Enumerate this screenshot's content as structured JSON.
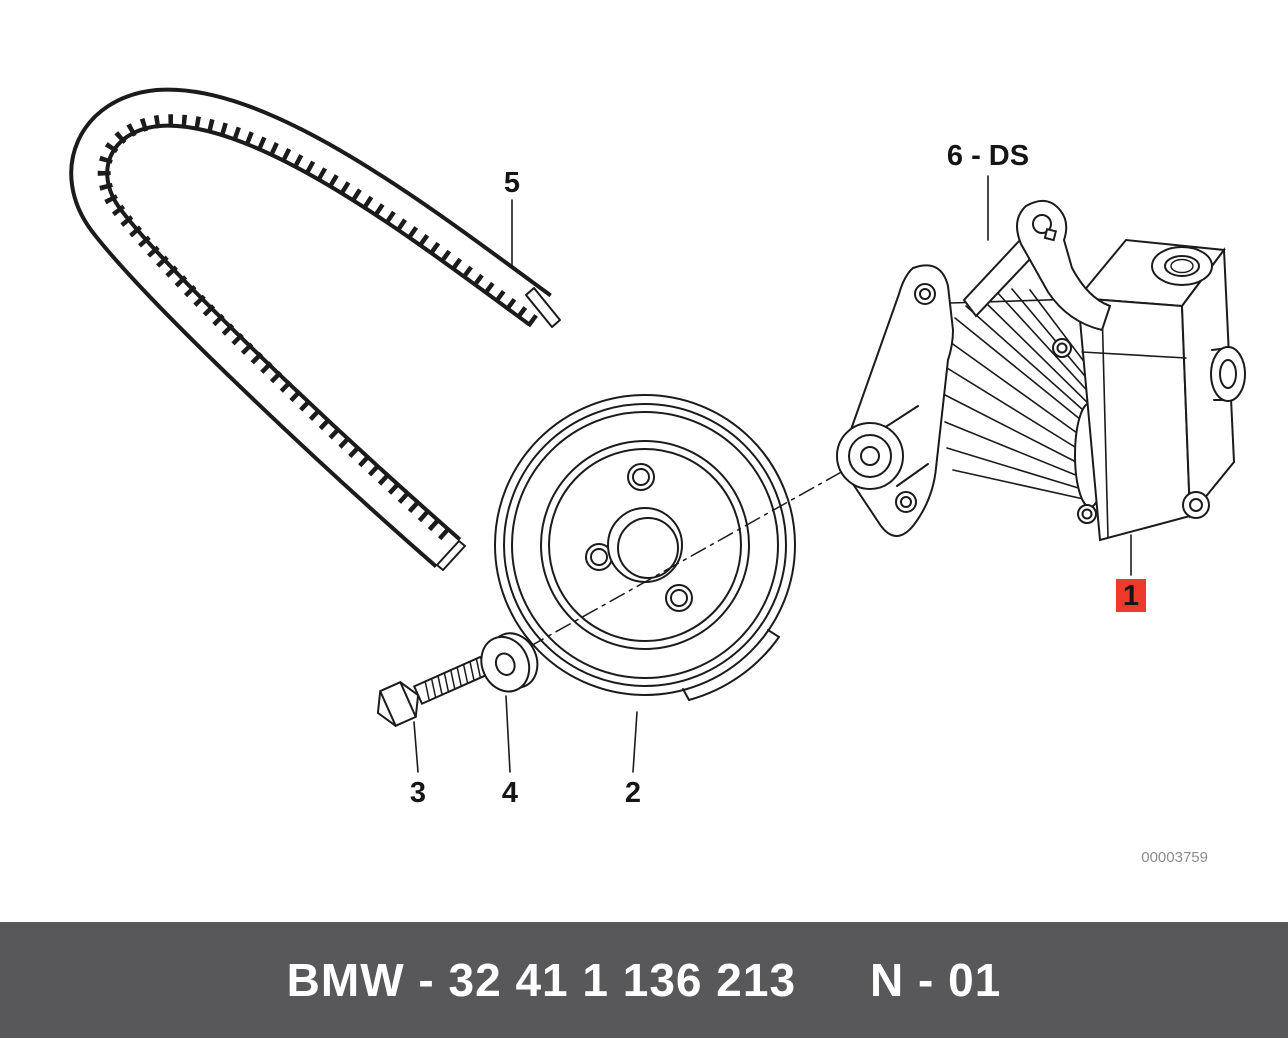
{
  "diagram": {
    "callouts": {
      "pump": {
        "label": "1",
        "highlighted": true
      },
      "pulley": {
        "label": "2"
      },
      "bolt": {
        "label": "3"
      },
      "washer": {
        "label": "4"
      },
      "belt": {
        "label": "5"
      },
      "assembly": {
        "label": "6 - DS"
      }
    },
    "watermark": "00003759",
    "colors": {
      "line": "#1b1b1b",
      "highlight_bg": "#ee3a2a",
      "highlight_text": "#7d120b"
    }
  },
  "footer": {
    "part_number": "BMW - 32 41 1 136 213",
    "sheet": "N - 01"
  }
}
